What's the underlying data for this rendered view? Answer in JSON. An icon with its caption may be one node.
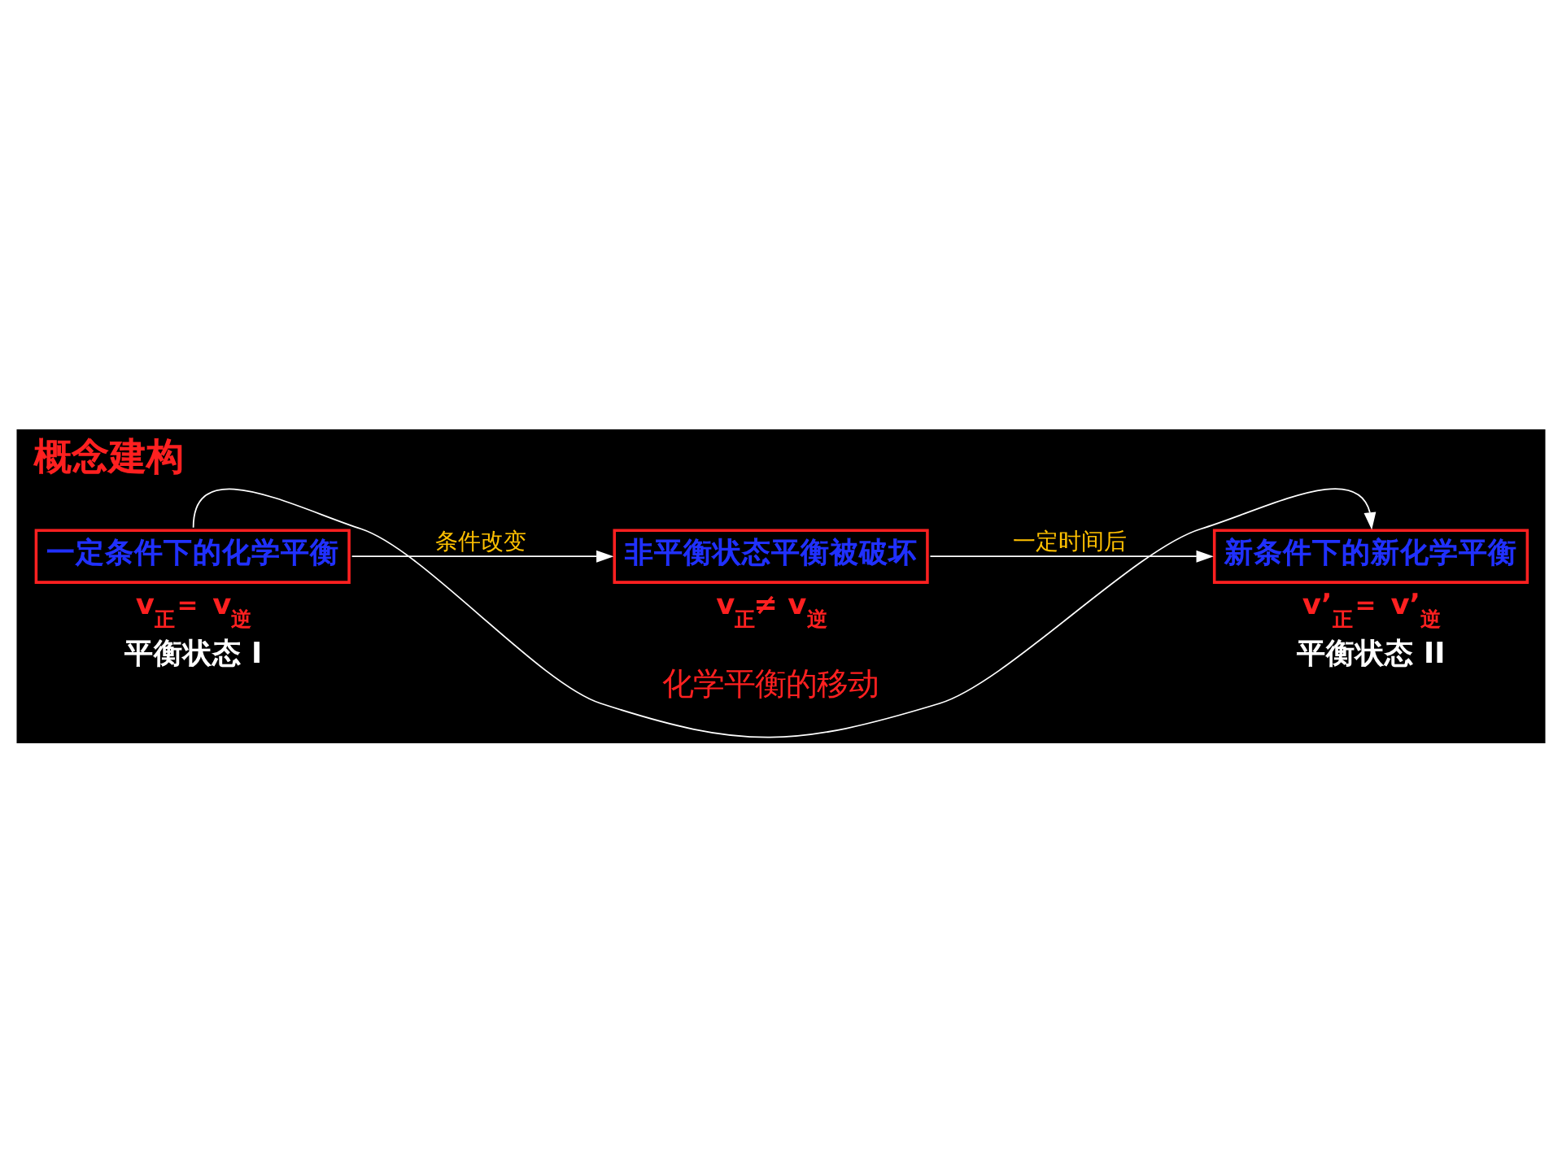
{
  "diagram": {
    "title": "概念建构",
    "nodes": [
      {
        "text": [
          "一定条件下的化学平衡"
        ],
        "beside": [
          "v$_{正}$＝ v$_{逆}$",
          "平衡状态 I"
        ]
      },
      {
        "text": [
          "非平衡状态平衡被破坏"
        ],
        "beside": [
          "v$_{正}$≠ v$_{逆}$"
        ]
      },
      {
        "text": [
          "新条件下的新化学平衡"
        ],
        "beside": [
          "v’$_{正}$＝ v’$_{逆}$",
          "平衡状态 II"
        ]
      }
    ],
    "edges": [
      {
        "from": 0,
        "to": 1,
        "arrow": "to",
        "label": "条件改变"
      },
      {
        "from": 1,
        "to": 2,
        "arrow": "to",
        "label": "一定时间后"
      },
      {
        "from": 0,
        "to": 2,
        "arrow": "to",
        "label": "化学平衡的移动"
      }
    ]
  }
}
